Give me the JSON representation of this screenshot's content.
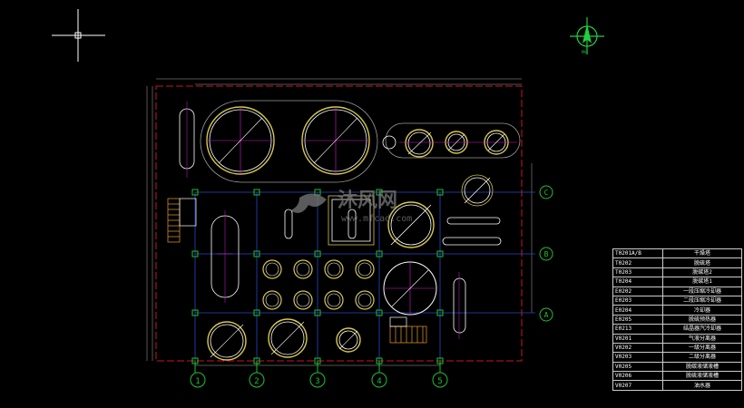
{
  "watermark": {
    "brand": "沐风网",
    "url": "www.mfcad.com"
  },
  "compass_label": "PN",
  "grid_axes": {
    "columns": [
      "1",
      "2",
      "3",
      "4",
      "5"
    ],
    "rows": [
      "C",
      "B",
      "A"
    ]
  },
  "legend": [
    {
      "code": "T0201A/B",
      "desc": "干燥塔"
    },
    {
      "code": "T0202",
      "desc": "脱硫塔"
    },
    {
      "code": "T0203",
      "desc": "脱碳塔2"
    },
    {
      "code": "T0204",
      "desc": "脱碳塔1"
    },
    {
      "code": "E0202",
      "desc": "一段压缩冷却器"
    },
    {
      "code": "E0203",
      "desc": "二段压缩冷却器"
    },
    {
      "code": "E0204",
      "desc": "冷却器"
    },
    {
      "code": "E0205",
      "desc": "脱硫预热器"
    },
    {
      "code": "E0213",
      "desc": "结晶器汽冷却器"
    },
    {
      "code": "V0201",
      "desc": "气液分离器"
    },
    {
      "code": "V0202",
      "desc": "一级分离器"
    },
    {
      "code": "V0203",
      "desc": "二级分离器"
    },
    {
      "code": "V0205",
      "desc": "脱碳液储液槽"
    },
    {
      "code": "V0206",
      "desc": "脱硫液储液槽"
    },
    {
      "code": "V0207",
      "desc": "油水器"
    }
  ],
  "colors": {
    "background": "#000000",
    "boundary": "#c8142a",
    "equipment": "#d8c84a",
    "centerline": "#d020d0",
    "grid": "#2848c8",
    "axis_bubble": "#20c030",
    "stair": "#e8a020",
    "watermark": "#7a7a7a"
  }
}
